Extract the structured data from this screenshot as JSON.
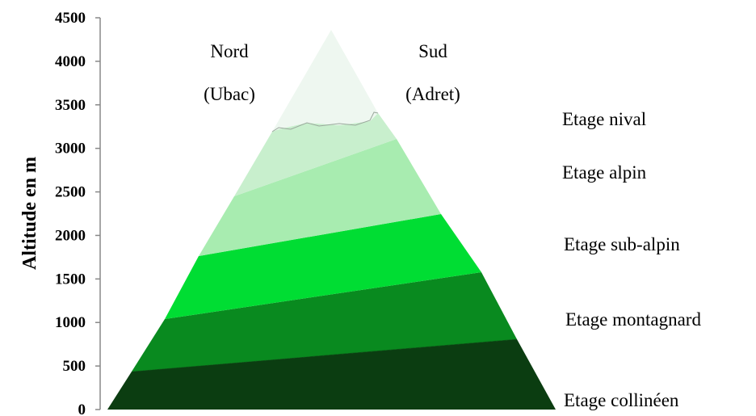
{
  "axis": {
    "label": "Altitude en m",
    "ticks": [
      "0",
      "500",
      "1000",
      "1500",
      "2000",
      "2500",
      "3000",
      "3500",
      "4000",
      "4500"
    ]
  },
  "slopes": {
    "north": {
      "line1": "Nord",
      "line2": "(Ubac)"
    },
    "south": {
      "line1": "Sud",
      "line2": "(Adret)"
    }
  },
  "zones": [
    {
      "label": "Etage nival",
      "color": "#eef7f0"
    },
    {
      "label": "Etage alpin",
      "color": "#a8ecb0"
    },
    {
      "label": "Etage sub-alpin",
      "color": "#00dd33"
    },
    {
      "label": "Etage montagnard",
      "color": "#098a1f"
    },
    {
      "label": "Etage collinéen",
      "color": "#0b3d11"
    }
  ],
  "colors": {
    "alpin_north": "#c8efcd",
    "alpin_south": "#a8ecb0"
  }
}
